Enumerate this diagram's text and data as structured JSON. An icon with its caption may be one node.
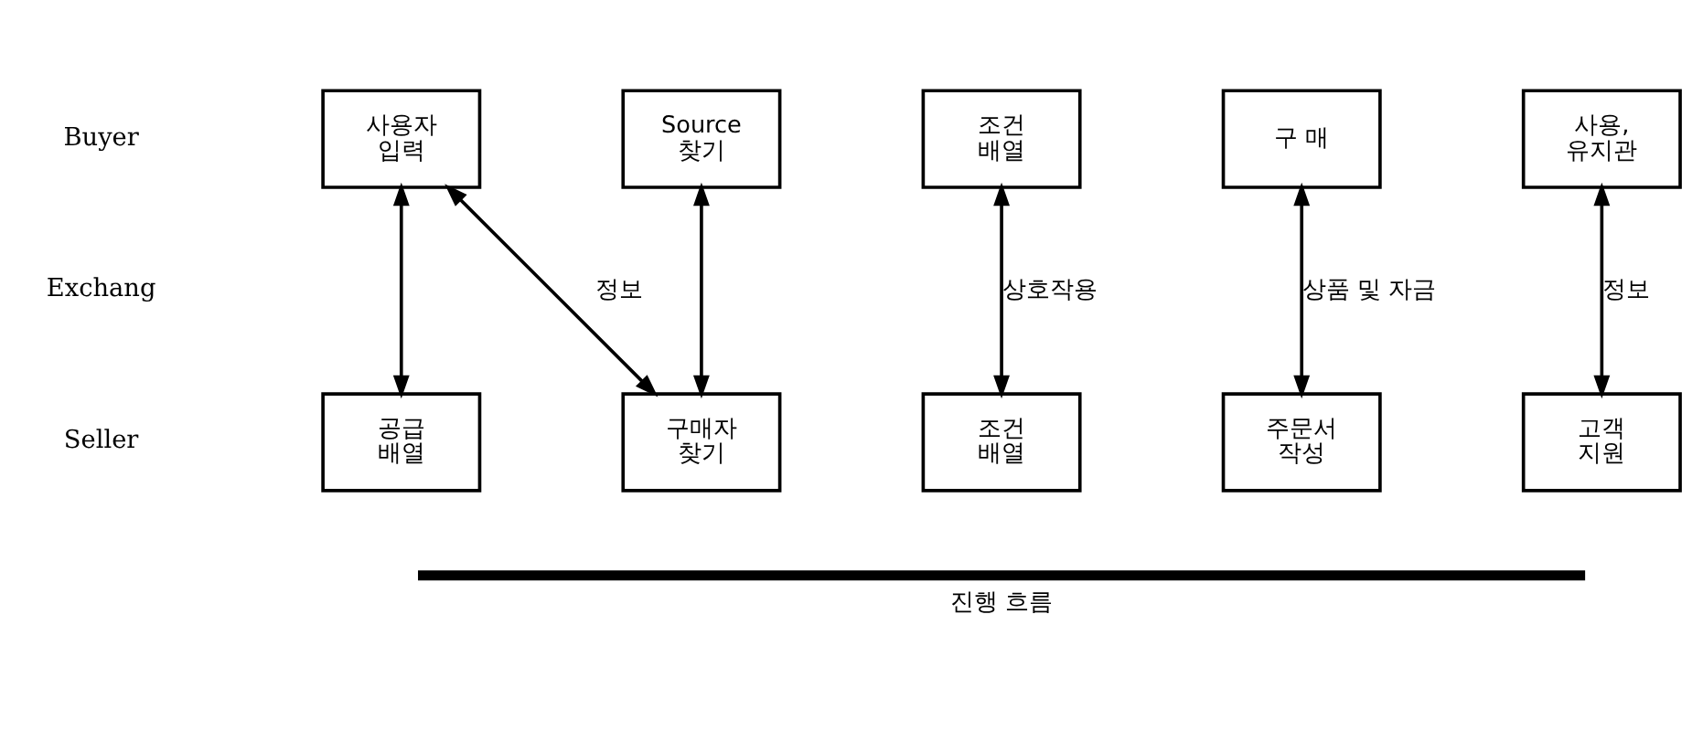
{
  "diagram": {
    "nodes": [
      {
        "text": [
          "사용자",
          "입력"
        ]
      },
      {
        "text": [
          "Source",
          "찾기"
        ]
      },
      {
        "text": [
          "조건",
          "배열"
        ]
      },
      {
        "text": [
          "구 매"
        ]
      },
      {
        "text": [
          "사용,",
          "유지관"
        ]
      },
      {
        "text": [
          "공급",
          "배열"
        ]
      },
      {
        "text": [
          "구매자",
          "찾기"
        ]
      },
      {
        "text": [
          "조건",
          "배열"
        ]
      },
      {
        "text": [
          "주문서",
          "작성"
        ]
      },
      {
        "text": [
          "고객",
          "지원"
        ]
      }
    ],
    "edges": [
      {
        "from": 0,
        "to": 5,
        "arrow": "both"
      },
      {
        "from": 0,
        "to": 6,
        "arrow": "both",
        "label": "정보"
      },
      {
        "from": 1,
        "to": 6,
        "arrow": "both"
      },
      {
        "from": 2,
        "to": 7,
        "arrow": "both",
        "label": "상호작용"
      },
      {
        "from": 3,
        "to": 8,
        "arrow": "both",
        "label": "상품 및 자금"
      },
      {
        "from": 4,
        "to": 9,
        "arrow": "both",
        "label": "정보"
      }
    ],
    "labels": [
      "Buyer",
      "Exchang",
      "Seller",
      "진행 흐름"
    ]
  }
}
